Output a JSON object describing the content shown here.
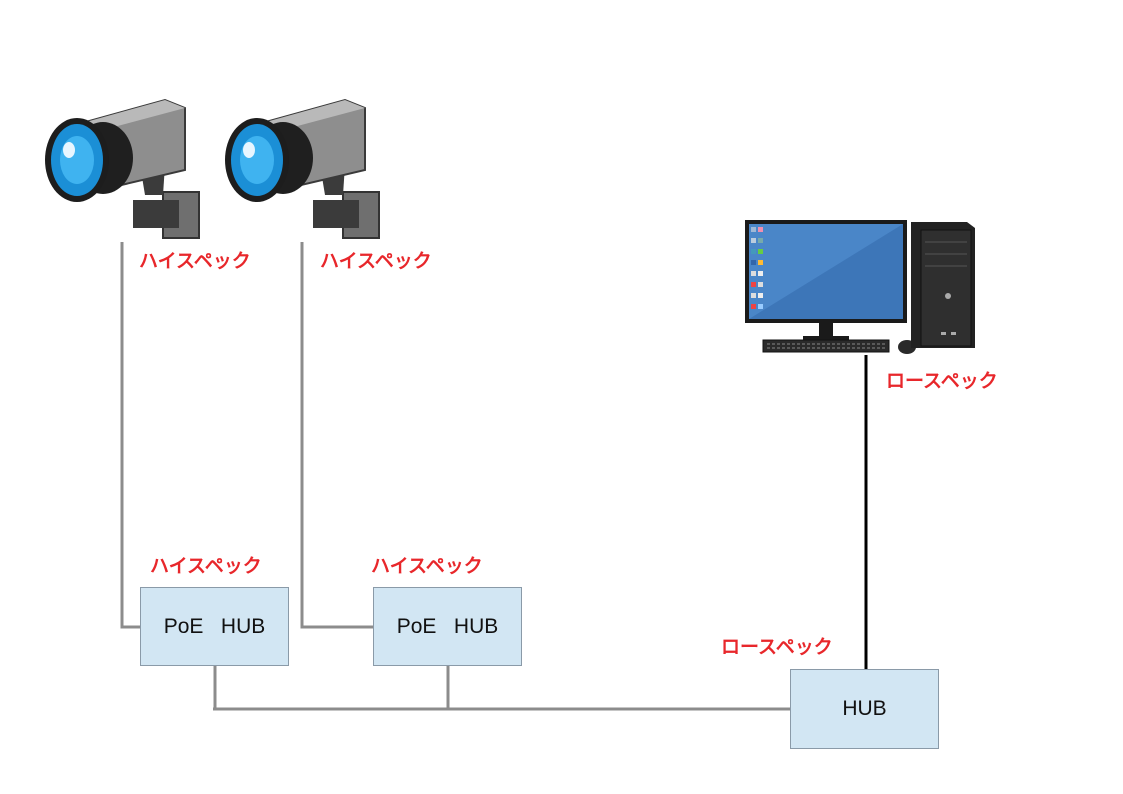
{
  "labels": {
    "camera1_spec": "ハイスペック",
    "camera2_spec": "ハイスペック",
    "hub1_spec": "ハイスペック",
    "hub2_spec": "ハイスペック",
    "pc_spec": "ロースペック",
    "hub3_spec": "ロースペック"
  },
  "boxes": {
    "poe_hub_1": "PoE   HUB",
    "poe_hub_2": "PoE   HUB",
    "hub": "HUB"
  },
  "colors": {
    "spec_label": "#e8272b",
    "box_fill": "#d2e6f3",
    "line_gray": "#8c8c8c",
    "line_black": "#000000"
  },
  "icons": [
    "security-camera-icon",
    "security-camera-icon",
    "desktop-pc-icon"
  ]
}
